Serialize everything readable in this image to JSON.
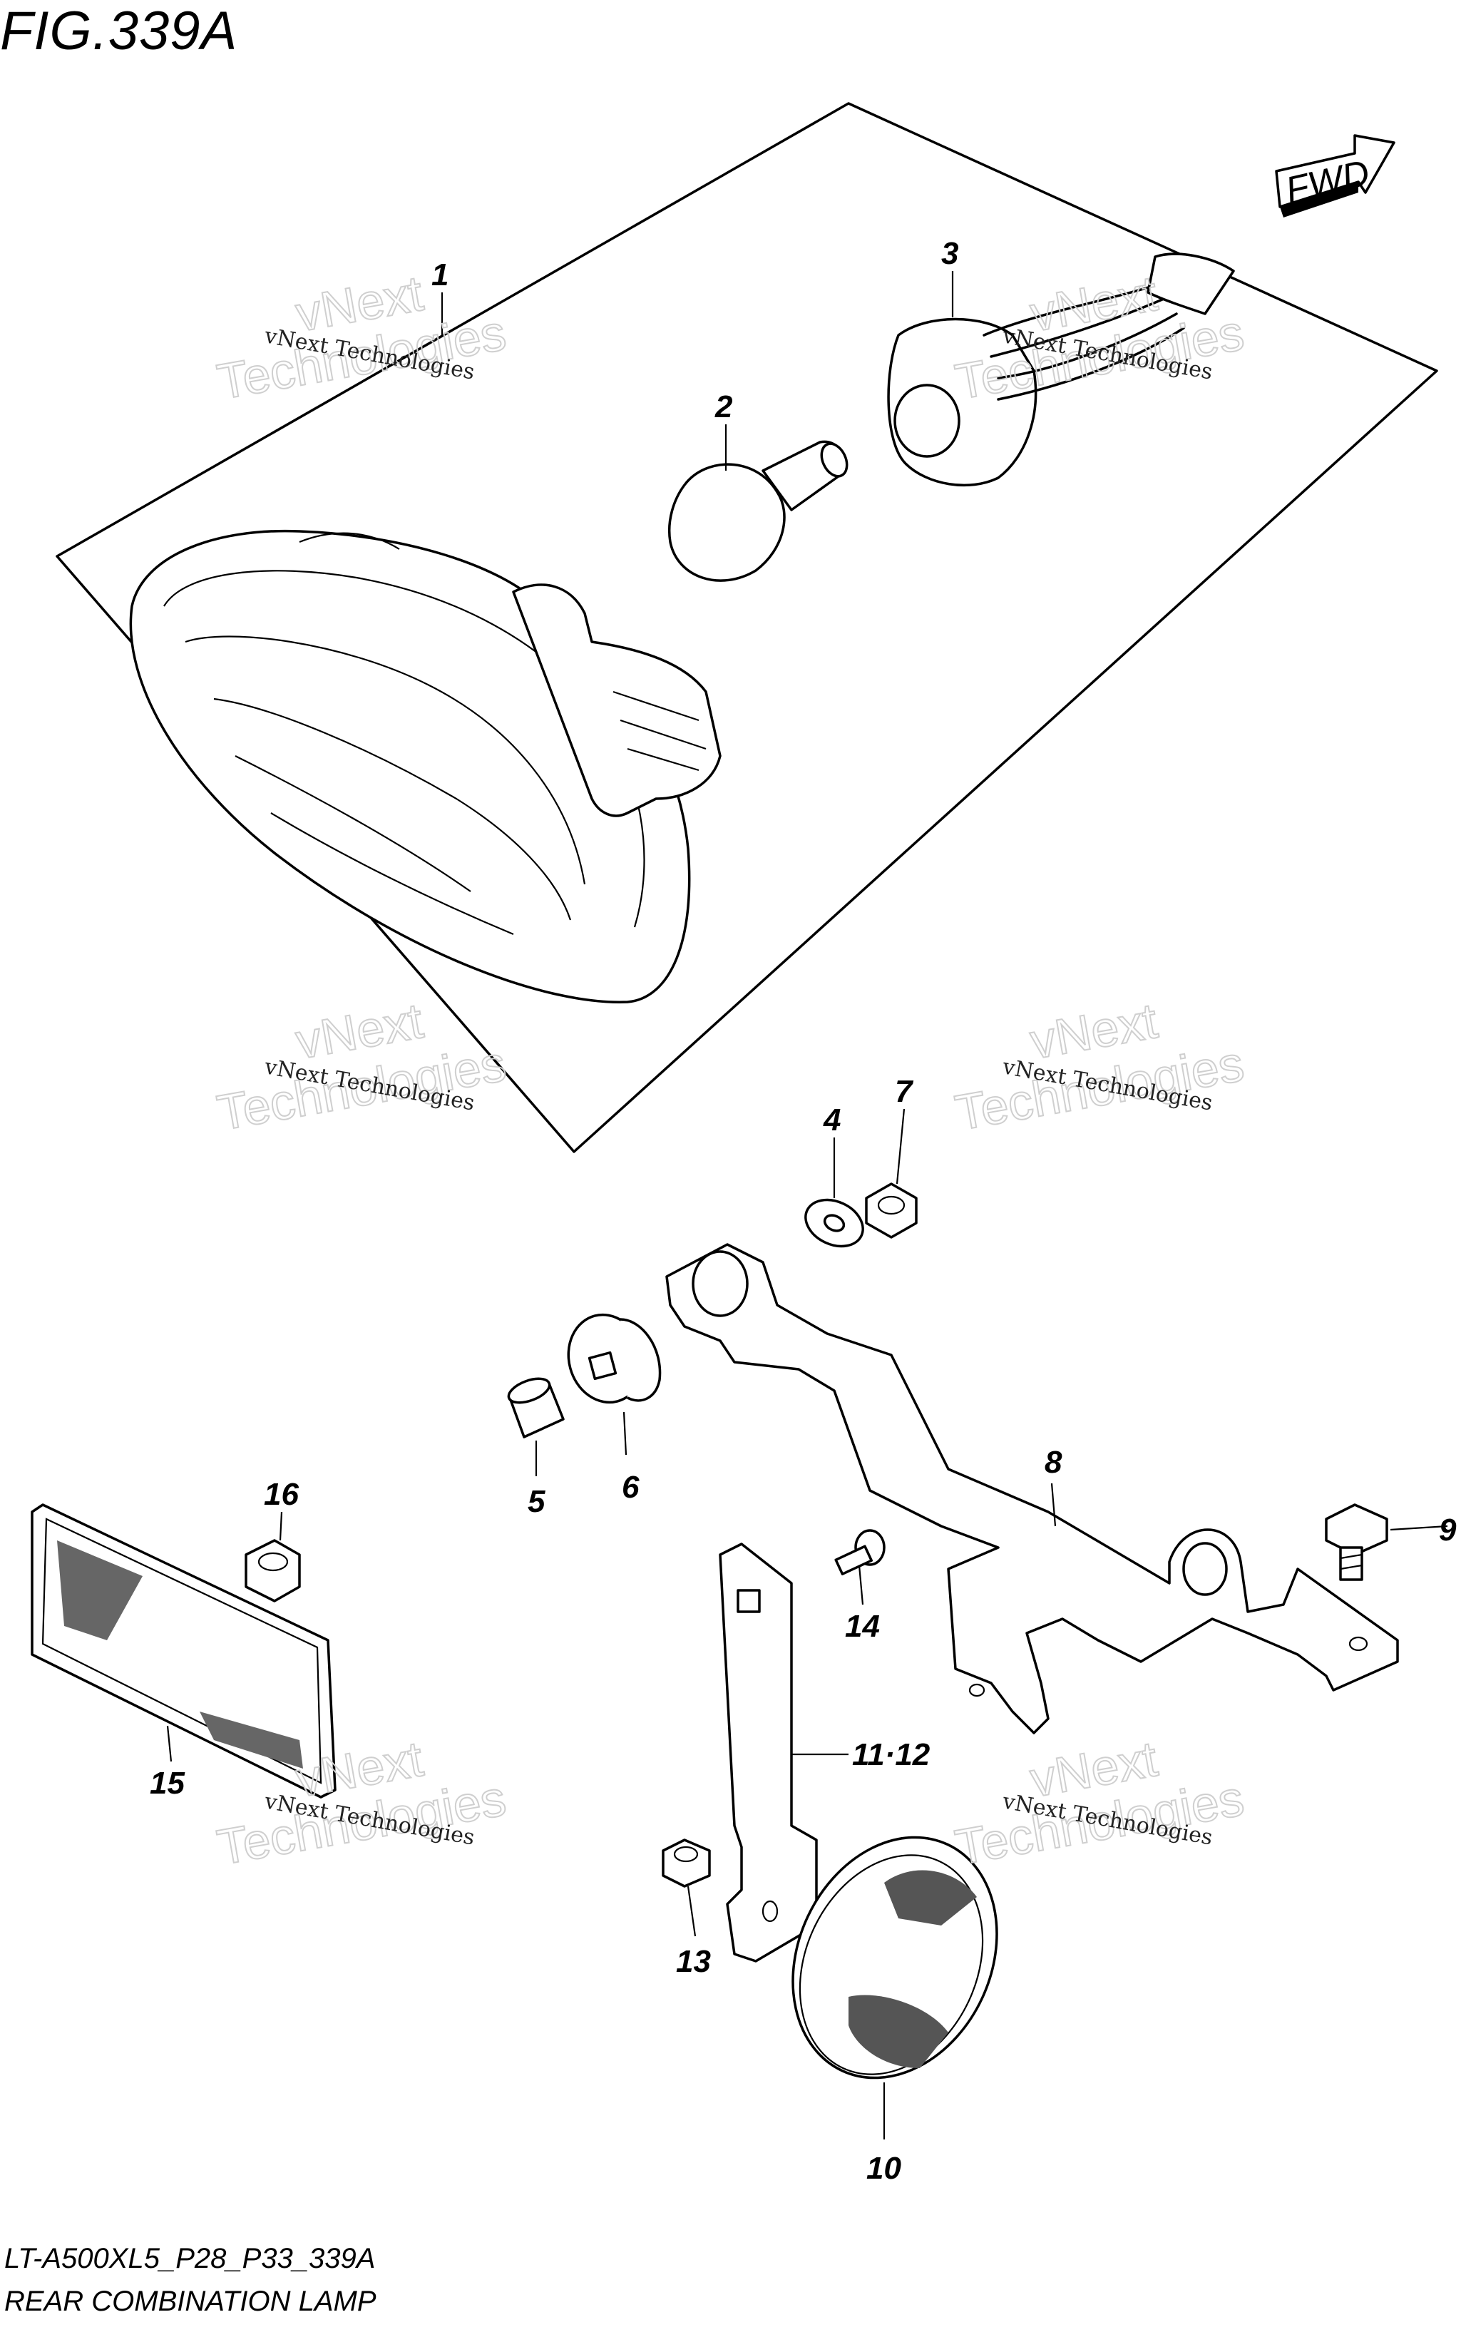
{
  "figure": {
    "title": "FIG.339A",
    "code": "LT-A500XL5_P28_P33_339A",
    "name": "REAR COMBINATION LAMP",
    "direction_label": "FWD"
  },
  "watermark": {
    "line1": "vNext Technologies",
    "line2": "vNext",
    "line3": "Technologies"
  },
  "callouts": [
    "1",
    "2",
    "3",
    "4",
    "5",
    "6",
    "7",
    "8",
    "9",
    "10",
    "11·12",
    "13",
    "14",
    "15",
    "16"
  ]
}
